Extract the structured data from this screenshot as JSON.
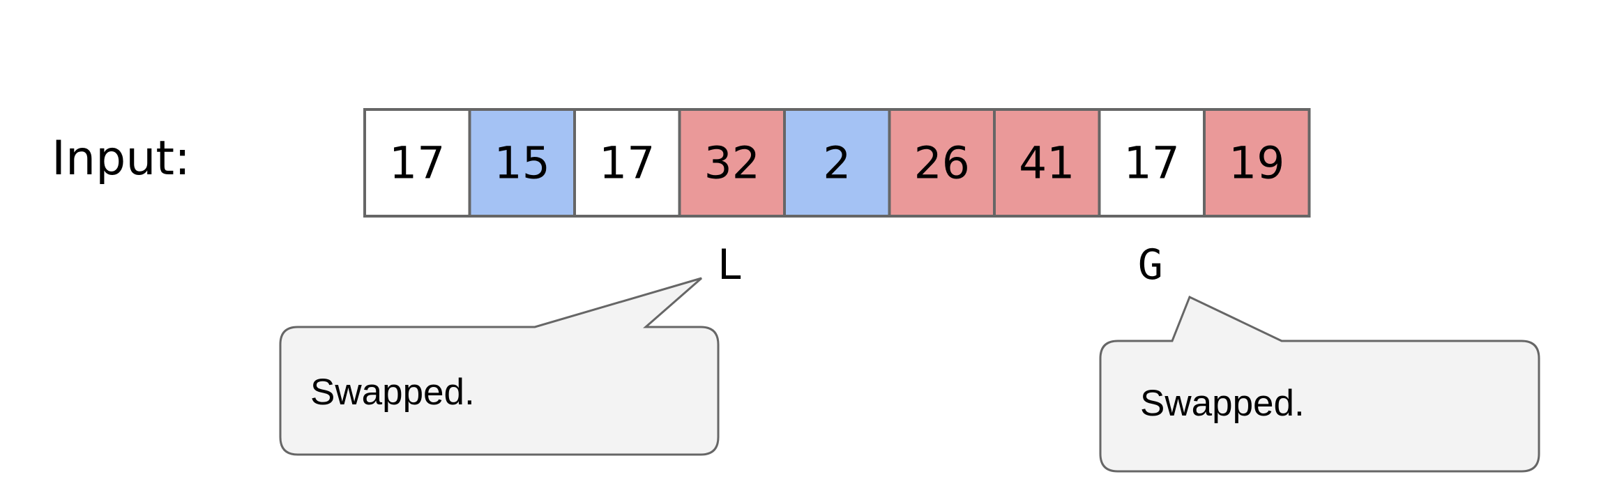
{
  "label": "Input:",
  "array": {
    "cells": [
      {
        "value": "17",
        "fill": "#ffffff"
      },
      {
        "value": "15",
        "fill": "#a4c2f4"
      },
      {
        "value": "17",
        "fill": "#ffffff"
      },
      {
        "value": "32",
        "fill": "#ea9999"
      },
      {
        "value": "2",
        "fill": "#a4c2f4"
      },
      {
        "value": "26",
        "fill": "#ea9999"
      },
      {
        "value": "41",
        "fill": "#ea9999"
      },
      {
        "value": "17",
        "fill": "#ffffff"
      },
      {
        "value": "19",
        "fill": "#ea9999"
      }
    ]
  },
  "pointers": {
    "left": {
      "letter": "L",
      "cell_index": 3
    },
    "right": {
      "letter": "G",
      "cell_index": 7
    }
  },
  "callouts": {
    "left": {
      "text": "Swapped."
    },
    "right": {
      "text": "Swapped."
    }
  },
  "colors": {
    "stroke": "#666666",
    "callout_fill": "#f3f3f3",
    "text": "#000000"
  }
}
